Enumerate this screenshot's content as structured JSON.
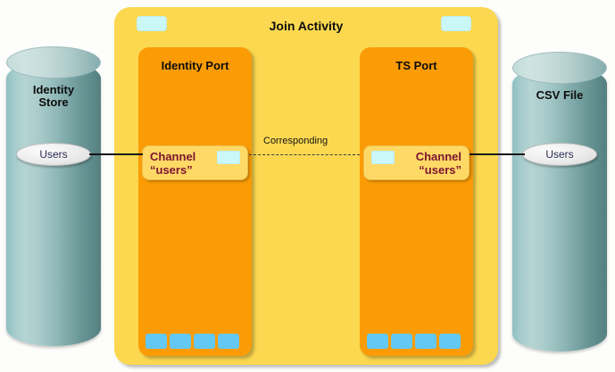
{
  "diagram": {
    "title": "Join Activity",
    "stores": [
      {
        "name": "Identity Store",
        "label_line1": "Identity",
        "label_line2": "Store",
        "table": "Users"
      },
      {
        "name": "CSV File",
        "label_line1": "CSV File",
        "label_line2": "",
        "table": "Users"
      }
    ],
    "ports": [
      {
        "title": "Identity Port",
        "channel_line1": "Channel",
        "channel_line2": "“users”",
        "slot_count": 4
      },
      {
        "title": "TS Port",
        "channel_line1": "Channel",
        "channel_line2": "“users”",
        "slot_count": 4
      }
    ],
    "relation_label": "Corresponding",
    "colors": {
      "activity_fill": "#fcd850",
      "port_fill": "#fb9c06",
      "channel_fill": "#ffd966",
      "channel_text": "#7a1430",
      "chip_fill": "#ccf7f9",
      "slot_fill": "#64c8f5",
      "cylinder_teal": "#8fc0c2",
      "wire": "#141414"
    }
  }
}
